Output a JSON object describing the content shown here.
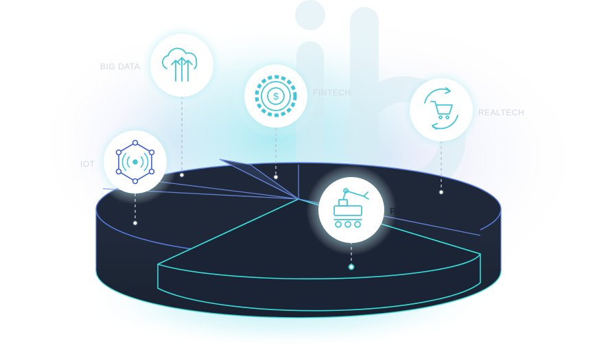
{
  "diagram": {
    "nodes": [
      {
        "id": "big-data",
        "label": "BIG DATA",
        "icon": "cloud-upload-icon",
        "active": false
      },
      {
        "id": "fintech",
        "label": "FINTECH",
        "icon": "dollar-gear-icon",
        "active": false
      },
      {
        "id": "realtech",
        "label": "REALTECH",
        "icon": "shopping-cart-cycle-icon",
        "active": false
      },
      {
        "id": "iot",
        "label": "IOT",
        "icon": "wireless-hexagon-icon",
        "active": false
      },
      {
        "id": "robotics",
        "label": "ROBOTICS",
        "icon": "robot-rover-icon",
        "active": true
      }
    ]
  },
  "colors": {
    "pie_body": "#1e2737",
    "pie_edge": "#5a7fe6",
    "robotics_accent": "#3fe3e0",
    "glow": "#b9ecf2",
    "icon_stroke": "#3fc6d9"
  }
}
